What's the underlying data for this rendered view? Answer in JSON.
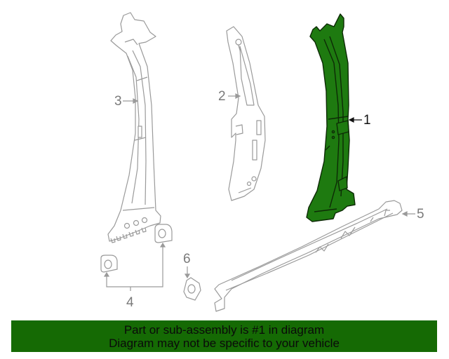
{
  "diagram": {
    "callouts": [
      {
        "id": "1",
        "label": "1",
        "highlighted": true
      },
      {
        "id": "2",
        "label": "2",
        "highlighted": false
      },
      {
        "id": "3",
        "label": "3",
        "highlighted": false
      },
      {
        "id": "4",
        "label": "4",
        "highlighted": false
      },
      {
        "id": "5",
        "label": "5",
        "highlighted": false
      },
      {
        "id": "6",
        "label": "6",
        "highlighted": false
      }
    ],
    "colors": {
      "highlight_fill": "#1e7a10",
      "highlight_stroke": "#0d2a06",
      "line_art": "#9a9a9a",
      "banner": "#156a04"
    }
  },
  "banner": {
    "line1": "Part or sub-assembly is #1 in diagram",
    "line2": "Diagram may not be specific to your vehicle"
  }
}
